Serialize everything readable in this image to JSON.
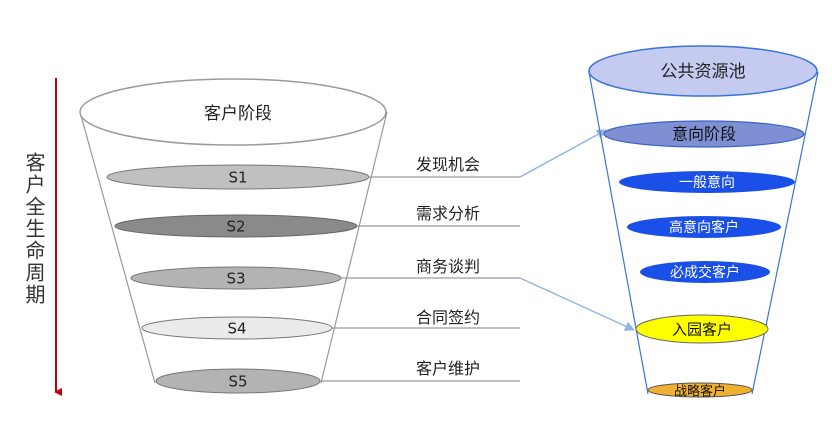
{
  "side_label": "客户全生命周期",
  "left_funnel": {
    "title": "客户阶段",
    "stages": [
      {
        "code": "S1",
        "label": "发现机会",
        "color": "#c0c0c0"
      },
      {
        "code": "S2",
        "label": "需求分析",
        "color": "#8a8a8a"
      },
      {
        "code": "S3",
        "label": "商务谈判",
        "color": "#b3b3b3"
      },
      {
        "code": "S4",
        "label": "合同签约",
        "color": "#ebebeb"
      },
      {
        "code": "S5",
        "label": "客户维护",
        "color": "#b3b3b3"
      }
    ]
  },
  "right_funnel": {
    "title": "公共资源池",
    "stage_title": "意向阶段",
    "intent_items": [
      "一般意向",
      "高意向客户",
      "必成交客户"
    ],
    "entered": "入园客户",
    "strategic": "战略客户",
    "colors": {
      "pool": "#c5cbf0",
      "stage": "#7f8fd3",
      "intent": "#1a50e8",
      "entered": "#ffff00",
      "strategic": "#f0b030"
    }
  }
}
